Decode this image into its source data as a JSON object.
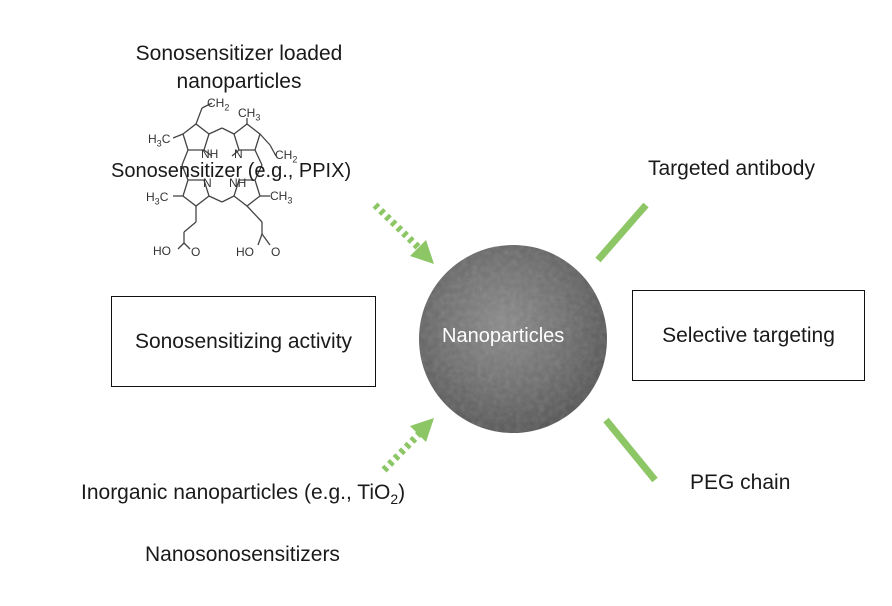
{
  "labels": {
    "sono_loaded_line1": "Sonosensitizer loaded",
    "sono_loaded_line2": "nanoparticles",
    "sonosensitizer_example": "Sonosensitizer (e.g., PPIX)",
    "targeted_antibody": "Targeted antibody",
    "sonosensitizing_activity": "Sonosensitizing activity",
    "nanoparticles": "Nanoparticles",
    "selective_targeting": "Selective targeting",
    "inorganic_prefix": "Inorganic nanoparticles (e.g., TiO",
    "inorganic_subscript": "2",
    "inorganic_suffix": ")",
    "peg_chain": "PEG chain",
    "nanosonosensitizers": "Nanosonosensitizers"
  },
  "structure_labels": {
    "ch2_top": "CH",
    "ch2_top_sub": "2",
    "ch3_top": "CH",
    "ch3_top_sub": "3",
    "h3c_left_top": "H",
    "h3c_left_top_sub": "3",
    "h3c_left_top_c": "C",
    "nh_top": "NH",
    "n_top": "N",
    "ch2_right": "CH",
    "ch2_right_sub": "2",
    "n_bottom": "N",
    "nh_bottom": "NH",
    "h3c_left_bottom": "H",
    "h3c_left_bottom_sub": "3",
    "h3c_left_bottom_c": "C",
    "ch3_right": "CH",
    "ch3_right_sub": "3",
    "ho_left": "HO",
    "o_left": "O",
    "ho_right": "HO",
    "o_right": "O"
  },
  "colors": {
    "arrow_green": "#8cc665",
    "line_green": "#8cc665",
    "particle_gray": "#6e6e6e"
  }
}
